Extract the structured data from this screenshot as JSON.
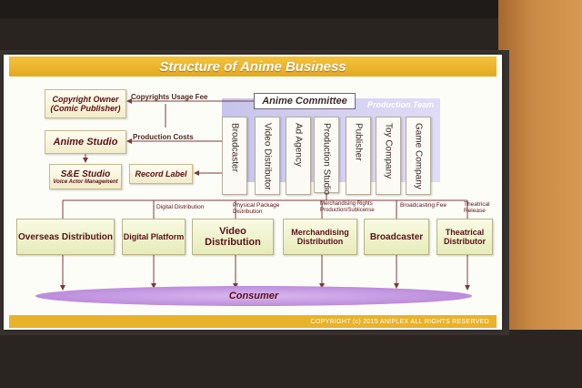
{
  "title": "Structure of Anime Business",
  "copyright": "COPYRIGHT (c) 2015 ANIPLEX ALL RIGHTS RESERVED",
  "left_boxes": {
    "copyright_owner": "Copyright Owner (Comic Publisher)",
    "anime_studio": "Anime Studio",
    "se_studio_title": "S&E Studio",
    "se_studio_sub": "Voice Actor Management",
    "record_label": "Record Label"
  },
  "arrow_labels": {
    "copyrights_usage_fee": "Copyrights Usage Fee",
    "production_costs": "Production Costs"
  },
  "anime_committee": "Anime Committee",
  "production_team": "Production Team",
  "committee_members": [
    "Broadcaster",
    "Video Distributor",
    "Ad Agency",
    "Production Studio",
    "Publisher",
    "Toy Company",
    "Game Company"
  ],
  "flow_labels": {
    "digital_distribution": "Digital Distribution",
    "physical_package": "Physical Package Distribution",
    "merch_rights": "Merchandising Rights Production/Sublicense",
    "broadcasting_fee": "Broadcasting Fee",
    "theatrical_release": "Theatrical Release"
  },
  "distribution": [
    "Overseas Distribution",
    "Digital Platform",
    "Video Distribution",
    "Merchandising Distribution",
    "Broadcaster",
    "Theatrical Distributor"
  ],
  "consumer": "Consumer",
  "colors": {
    "title_bar": "#e6a820",
    "text_maroon": "#5a1018",
    "consumer": "#b07ad4",
    "production_team": "#c7c4ec"
  }
}
